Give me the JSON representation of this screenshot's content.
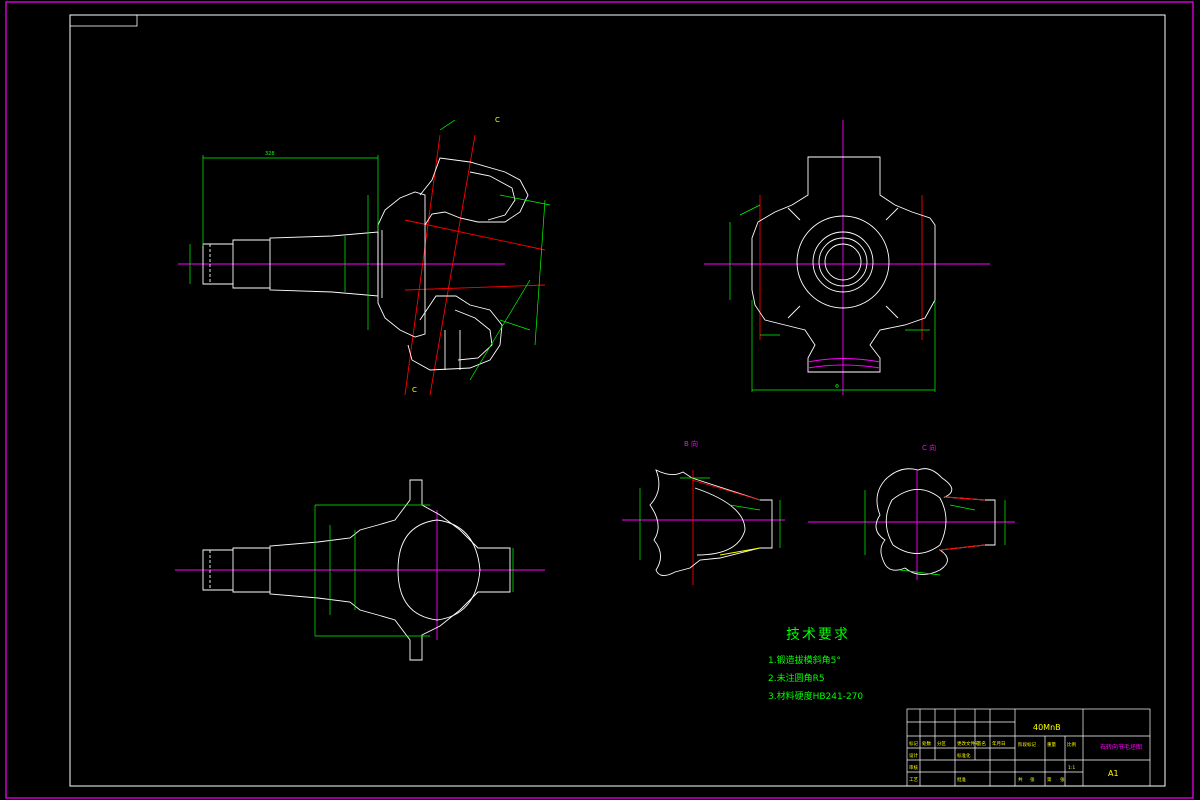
{
  "drawing": {
    "view_labels": {
      "b_view": "B 向",
      "c_view": "C 向"
    },
    "tech_requirements": {
      "title": "技术要求",
      "items": [
        "1.锻造拔模斜角5°",
        "2.未注圆角R5",
        "3.材料硬度HB241-270"
      ]
    },
    "title_block": {
      "material": "40MnB",
      "drawing_name": "右转向节毛坯图",
      "sheet_size": "A1",
      "cells": [
        "标记",
        "处数",
        "分区",
        "更改文件号",
        "签名",
        "年月日",
        "设计",
        "标准化",
        "阶段标记",
        "重量",
        "比例",
        "审核",
        "工艺",
        "批准",
        "共",
        "张",
        "第",
        "张",
        "1:1"
      ]
    },
    "colors": {
      "border": "#ff00ff",
      "outline": "#ffffff",
      "dimension": "#00ff00",
      "centerline": "#ff00ff",
      "section": "#ff0000",
      "annotation": "#ffff00"
    }
  }
}
